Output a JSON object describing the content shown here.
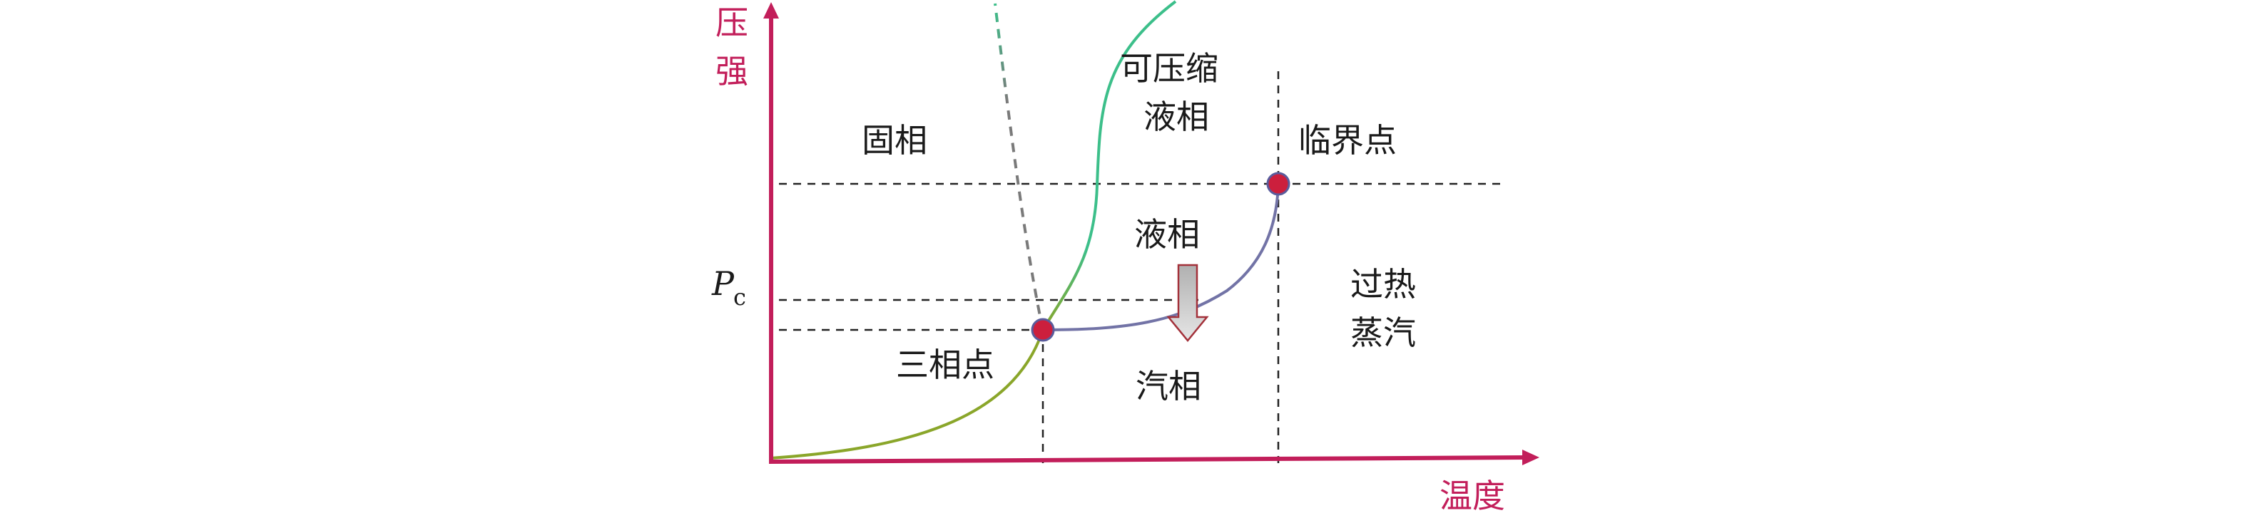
{
  "axes": {
    "y_label": [
      "压",
      "强"
    ],
    "x_label": "温度",
    "pc_label": "P",
    "pc_subscript": "c"
  },
  "regions": {
    "solid": "固相",
    "compressible_liquid": [
      "可压缩",
      "液相"
    ],
    "liquid": "液相",
    "vapor": "汽相",
    "superheated_vapor": [
      "过热",
      "蒸汽"
    ]
  },
  "points": {
    "triple_point": "三相点",
    "critical_point": "临界点"
  },
  "colors": {
    "axis": "#c21e5a",
    "sublimation_curve": "#8aa62a",
    "melting_curve": "#3cbf8a",
    "melting_curve_anomalous": "#808080",
    "vaporization_curve": "#7273a6",
    "point_fill": "#cc1f3d",
    "point_stroke": "#5a5c9c",
    "arrow_fill": "#c8c8c8",
    "arrow_stroke": "#a3313a"
  }
}
